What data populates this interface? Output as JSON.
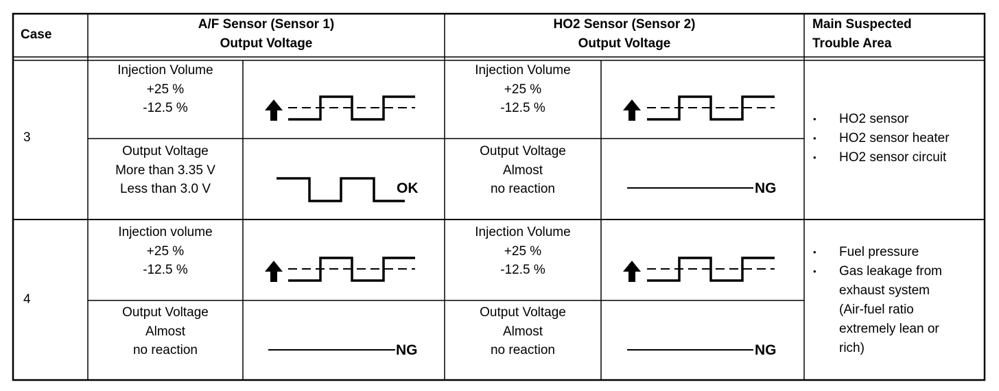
{
  "header": {
    "case": "Case",
    "af_line1": "A/F Sensor (Sensor 1)",
    "af_line2": "Output Voltage",
    "ho2_line1": "HO2 Sensor (Sensor 2)",
    "ho2_line2": "Output Voltage",
    "trouble_line1": "Main Suspected",
    "trouble_line2": "Trouble Area"
  },
  "rows": [
    {
      "case": "3",
      "af_injection": [
        "Injection Volume",
        "+25 %",
        "-12.5 %"
      ],
      "af_output": [
        "Output Voltage",
        "More than 3.35 V",
        "Less than 3.0 V"
      ],
      "af_output_result": "OK",
      "ho2_injection": [
        "Injection Volume",
        "+25 %",
        "-12.5 %"
      ],
      "ho2_output": [
        "Output Voltage",
        "Almost",
        "no reaction"
      ],
      "ho2_output_result": "NG",
      "trouble": [
        "HO2 sensor",
        "HO2 sensor heater",
        "HO2 sensor circuit"
      ]
    },
    {
      "case": "4",
      "af_injection": [
        "Injection volume",
        "+25 %",
        "-12.5 %"
      ],
      "af_output": [
        "Output Voltage",
        "Almost",
        "no reaction"
      ],
      "af_output_result": "NG",
      "ho2_injection": [
        "Injection Volume",
        "+25 %",
        "-12.5 %"
      ],
      "ho2_output": [
        "Output Voltage",
        "Almost",
        "no reaction"
      ],
      "ho2_output_result": "NG",
      "trouble": [
        "Fuel pressure",
        "Gas leakage from",
        "exhaust system",
        "(Air-fuel ratio",
        "extremely lean or",
        "rich)"
      ]
    }
  ],
  "bullet_glyph": "•"
}
